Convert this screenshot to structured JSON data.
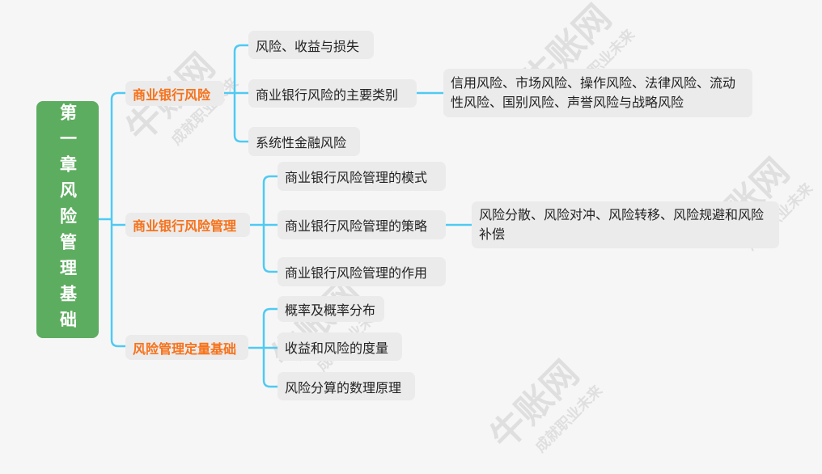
{
  "watermark": {
    "brand": "牛账网",
    "slogan": "成就职业未来"
  },
  "root": {
    "title": "第一章风险管理基础"
  },
  "branches": [
    {
      "label": "商业银行风险",
      "children": [
        {
          "label": "风险、收益与损失"
        },
        {
          "label": "商业银行风险的主要类别",
          "detail": "信用风险、市场风险、操作风险、法律风险、流动性风险、国别风险、声誉风险与战略风险"
        },
        {
          "label": "系统性金融风险"
        }
      ]
    },
    {
      "label": "商业银行风险管理",
      "children": [
        {
          "label": "商业银行风险管理的模式"
        },
        {
          "label": "商业银行风险管理的策略",
          "detail": "风险分散、风险对冲、风险转移、风险规避和风险补偿"
        },
        {
          "label": "商业银行风险管理的作用"
        }
      ]
    },
    {
      "label": "风险管理定量基础",
      "children": [
        {
          "label": "概率及概率分布"
        },
        {
          "label": "收益和风险的度量"
        },
        {
          "label": "风险分算的数理原理"
        }
      ]
    }
  ],
  "colors": {
    "root": "#5dad60",
    "branch_text": "#f7721a",
    "connector": "#4fcaf2",
    "node_bg": "#ebebeb"
  }
}
